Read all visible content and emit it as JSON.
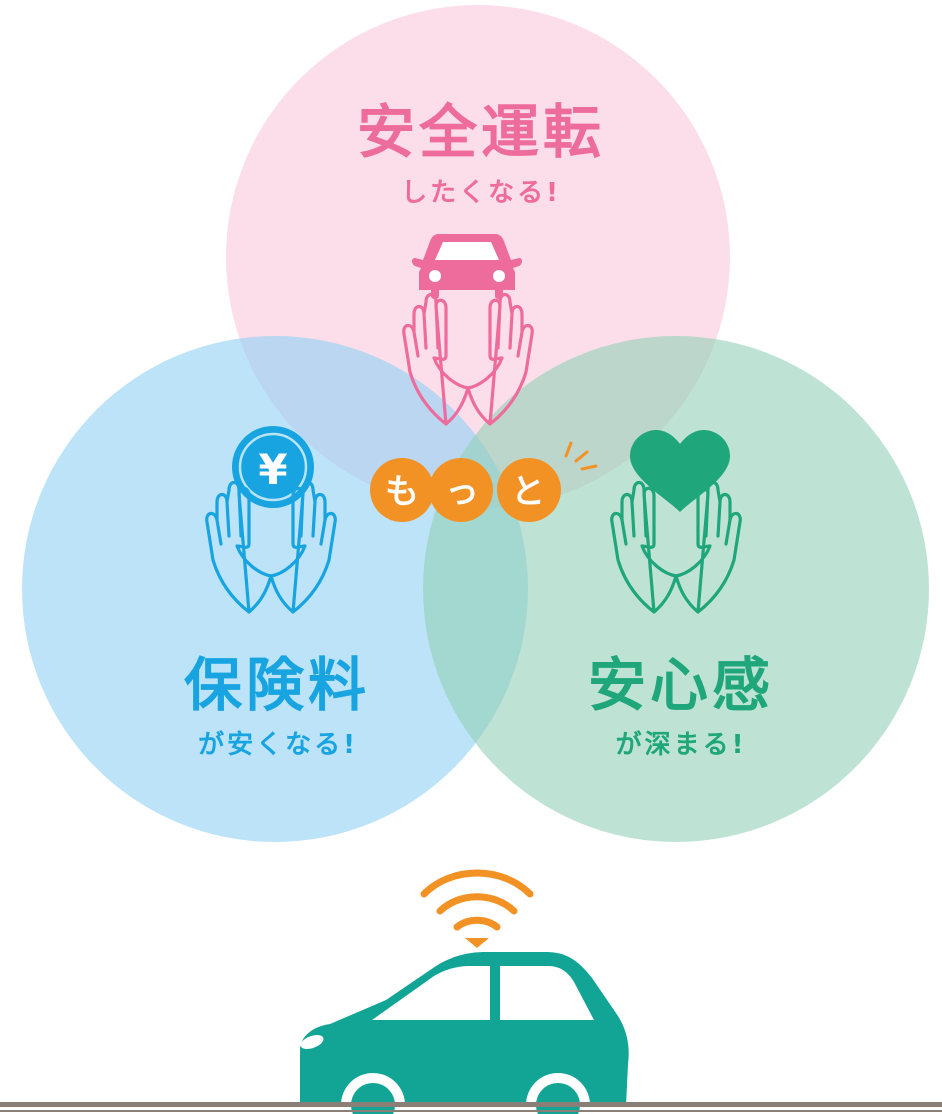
{
  "colors": {
    "pink": "#ee6c9c",
    "pink_fill": "#f8c3d8",
    "blue": "#17a4e0",
    "blue_fill": "#8fd0f3",
    "green": "#1fa67a",
    "green_fill": "#93d1b8",
    "orange": "#f39224",
    "teal": "#12a596",
    "road": "#8a7f77"
  },
  "circles": {
    "top": {
      "title": "安全運転",
      "subtitle": "したくなる!",
      "icon": "car-icon"
    },
    "left": {
      "title": "保険料",
      "subtitle": "が安くなる!",
      "icon": "yen-coin-icon",
      "coin_symbol": "¥"
    },
    "right": {
      "title": "安心感",
      "subtitle": "が深まる!",
      "icon": "heart-icon"
    }
  },
  "center_badge": {
    "chars": [
      "も",
      "っ",
      "と"
    ]
  },
  "bottom": {
    "vehicle_icon": "connected-car-icon",
    "signal_icon": "wifi-signal-icon"
  }
}
